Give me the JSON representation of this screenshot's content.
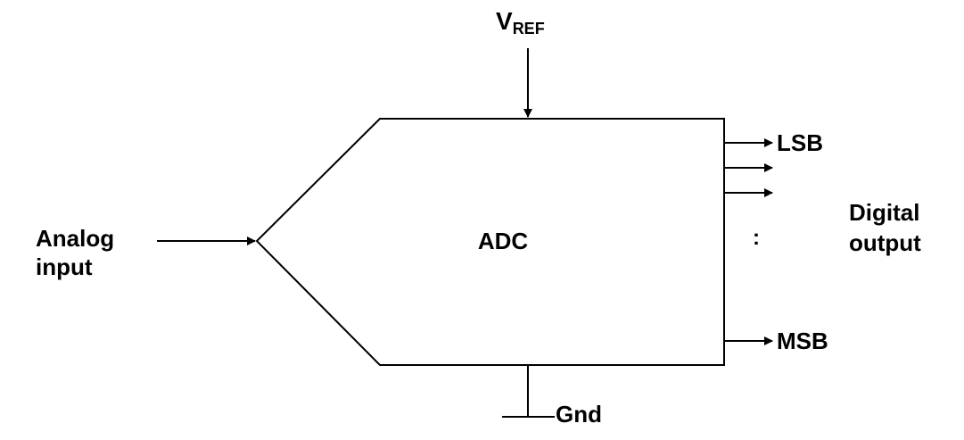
{
  "block": {
    "label": "ADC"
  },
  "vref": {
    "main": "V",
    "subscript": "REF"
  },
  "input": {
    "line1": "Analog",
    "line2": "input"
  },
  "outputs": {
    "lsb": "LSB",
    "msb": "MSB",
    "ellipsis": ":"
  },
  "output_group": {
    "line1": "Digital",
    "line2": "output"
  },
  "ground": {
    "label": "Gnd"
  },
  "colors": {
    "stroke": "#000000",
    "background": "#ffffff"
  }
}
